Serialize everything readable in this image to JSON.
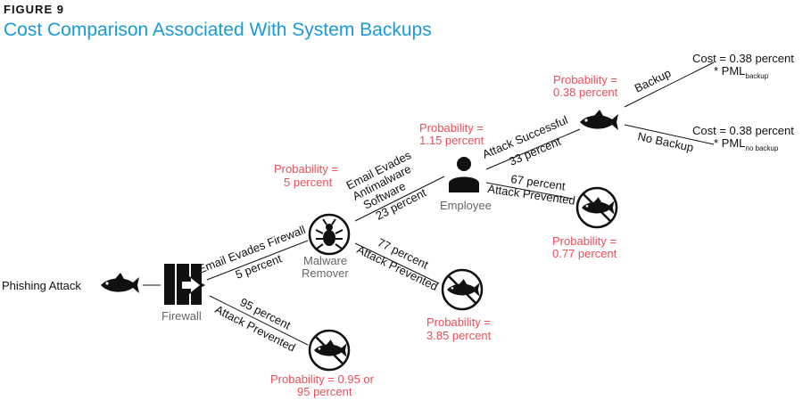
{
  "figure": {
    "label": "FIGURE 9",
    "title": "Cost Comparison Associated With System Backups"
  },
  "nodes": {
    "start": "Phishing Attack",
    "firewall": "Firewall",
    "malware_line1": "Malware",
    "malware_line2": "Remover",
    "employee": "Employee"
  },
  "branches": {
    "fw_evade_label": "Email Evades Firewall",
    "fw_evade_pct": "5 percent",
    "fw_prevent_pct": "95 percent",
    "fw_prevent_label": "Attack Prevented",
    "mw_evade_line1": "Email Evades",
    "mw_evade_line2": "Antimalware",
    "mw_evade_line3": "Software",
    "mw_evade_pct": "23 percent",
    "mw_prevent_pct": "77 percent",
    "mw_prevent_label": "Attack Prevented",
    "emp_success_label": "Attack Successful",
    "emp_success_pct": "33 percent",
    "emp_prevent_pct": "67 percent",
    "emp_prevent_label": "Attack Prevented",
    "backup": "Backup",
    "no_backup": "No Backup"
  },
  "probabilities": {
    "p_fw_prevent_1": "Probability = 0.95 or",
    "p_fw_prevent_2": "95 percent",
    "p_mw_evade_1": "Probability =",
    "p_mw_evade_2": "5 percent",
    "p_mw_prevent_1": "Probability =",
    "p_mw_prevent_2": "3.85 percent",
    "p_emp_1": "Probability =",
    "p_emp_2": "1.15 percent",
    "p_emp_prevent_1": "Probability =",
    "p_emp_prevent_2": "0.77 percent",
    "p_success_1": "Probability =",
    "p_success_2": "0.38 percent"
  },
  "costs": {
    "backup_line1": "Cost = 0.38 percent",
    "backup_star": "* PML",
    "backup_sub": "backup",
    "nobackup_line1": "Cost = 0.38 percent",
    "nobackup_star": "* PML",
    "nobackup_sub": "no backup"
  },
  "colors": {
    "title": "#1a9ad6",
    "probability": "#e8505b",
    "icon": "#111111",
    "node_label": "#666666"
  },
  "icons": [
    "fish-icon",
    "firewall-door-icon",
    "bug-icon",
    "person-icon",
    "no-fish-icon"
  ]
}
